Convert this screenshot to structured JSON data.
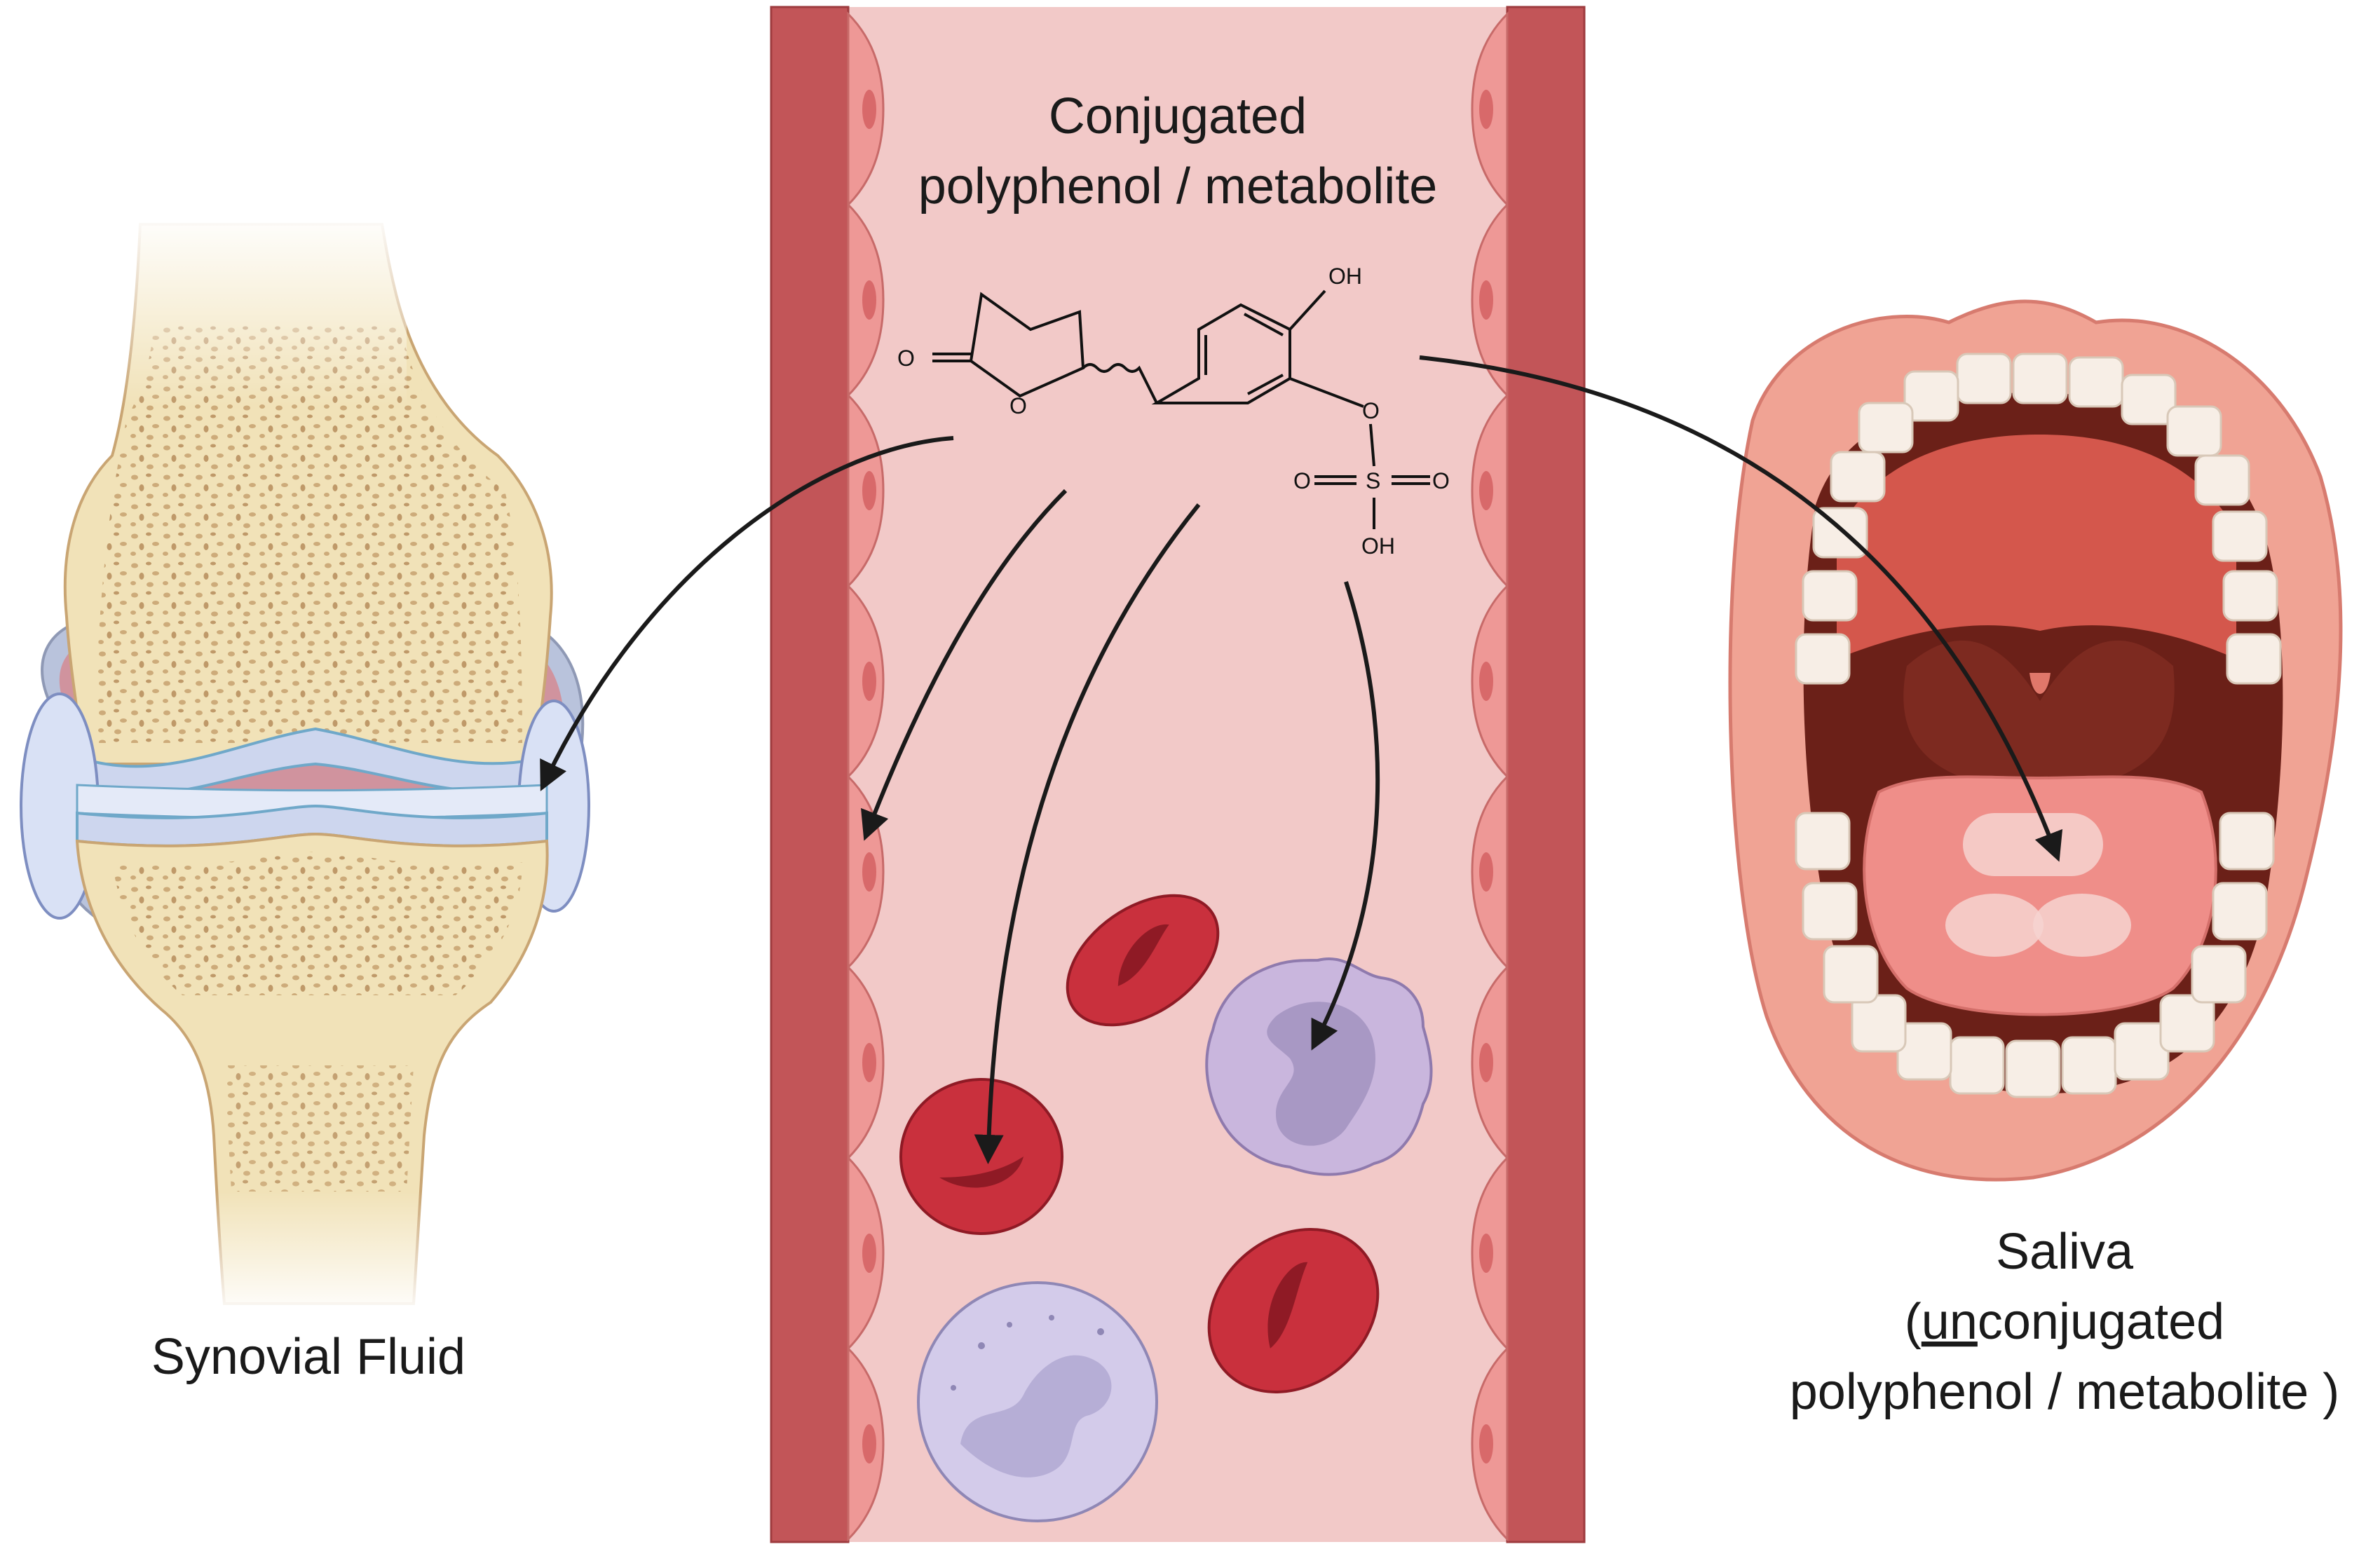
{
  "vessel": {
    "title_line1": "Conjugated",
    "title_line2": "polyphenol / metabolite"
  },
  "molecule": {
    "oh_top": "OH",
    "o_carbonyl": "O",
    "o_ring": "O",
    "o_ester": "O",
    "o_left": "O",
    "s": "S",
    "o_right": "O",
    "oh_bottom": "OH"
  },
  "labels": {
    "synovial": "Synovial  Fluid",
    "saliva_line1": "Saliva",
    "saliva_paren_open": "(",
    "saliva_un": "un",
    "saliva_rest": "conjugated",
    "saliva_line3": "polyphenol / metabolite )"
  },
  "colors": {
    "vessel_wall": "#c25558",
    "vessel_lumen": "#f2c9c8",
    "endothelium": "#ee9896",
    "rbc": "#c9303d",
    "rbc_dark": "#8f1a25",
    "wbc": "#c9b6dd",
    "wbc_nucleus": "#a898c4",
    "bone": "#f1e2b8",
    "bone_spot": "#c9a573",
    "cartilage": "#cdd6ee",
    "mouth_lip": "#f0a394",
    "mouth_inner": "#6b2018",
    "tongue": "#ef8e89",
    "teeth": "#f7eee6",
    "arrow": "#1a1a1a"
  }
}
